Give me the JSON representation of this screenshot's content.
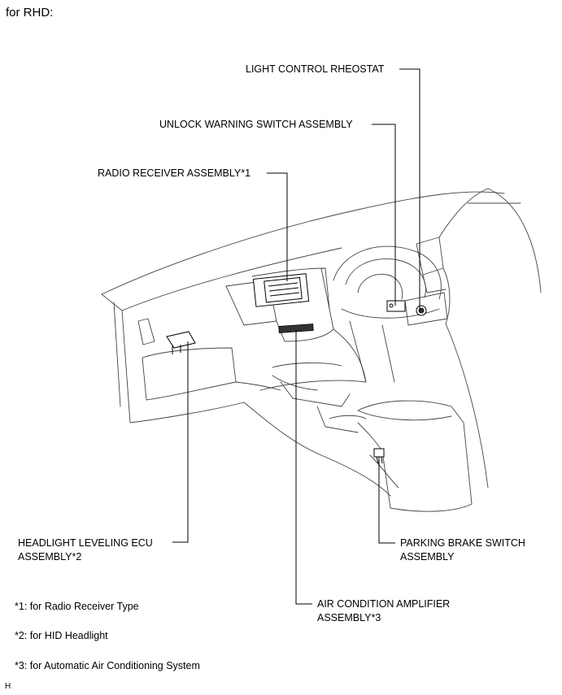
{
  "heading": "for RHD:",
  "labels": {
    "light_control_rheostat": "LIGHT CONTROL RHEOSTAT",
    "unlock_warning_switch": "UNLOCK WARNING SWITCH ASSEMBLY",
    "radio_receiver": "RADIO RECEIVER ASSEMBLY*1",
    "headlight_leveling_ecu_line1": "HEADLIGHT LEVELING ECU",
    "headlight_leveling_ecu_line2": "ASSEMBLY*2",
    "parking_brake_switch_line1": "PARKING BRAKE SWITCH",
    "parking_brake_switch_line2": "ASSEMBLY",
    "air_condition_amplifier_line1": "AIR CONDITION AMPLIFIER",
    "air_condition_amplifier_line2": "ASSEMBLY*3"
  },
  "footnotes": [
    "*1: for Radio Receiver Type",
    "*2: for HID Headlight",
    "*3: for Automatic Air Conditioning System"
  ],
  "corner_mark": "H"
}
